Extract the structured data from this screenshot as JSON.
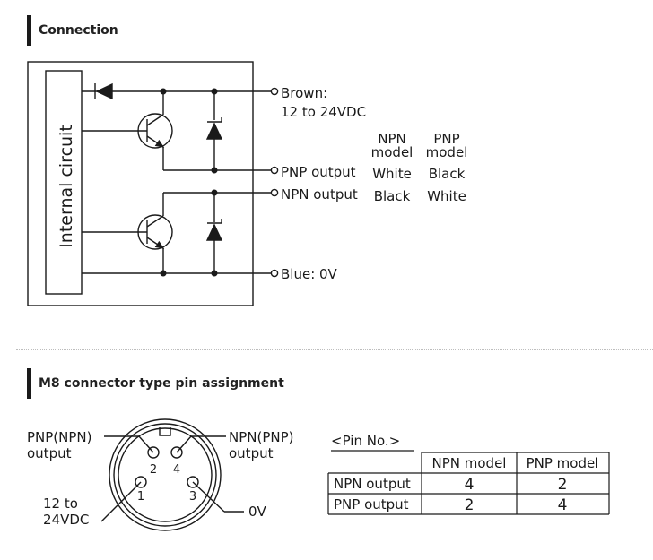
{
  "connection": {
    "title": "Connection",
    "internal_label": "Internal circuit",
    "brown_label": "Brown:",
    "brown_voltage": "12 to 24VDC",
    "pnp_output_label": "PNP output",
    "npn_output_label": "NPN output",
    "blue_label": "Blue: 0V",
    "col_npn_line1": "NPN",
    "col_npn_line2": "model",
    "col_pnp_line1": "PNP",
    "col_pnp_line2": "model",
    "pnp_row_npn": "White",
    "pnp_row_pnp": "Black",
    "npn_row_npn": "Black",
    "npn_row_pnp": "White"
  },
  "m8": {
    "title": "M8 connector type pin assignment",
    "left_top_line1": "PNP(NPN)",
    "left_top_line2": "output",
    "right_top_line1": "NPN(PNP)",
    "right_top_line2": "output",
    "left_bottom_line1": "12 to",
    "left_bottom_line2": "24VDC",
    "right_bottom": "0V",
    "pin1": "1",
    "pin2": "2",
    "pin3": "3",
    "pin4": "4",
    "pin_no_heading": "<Pin No.>",
    "table": {
      "headers": [
        "",
        "NPN model",
        "PNP model"
      ],
      "rows": [
        [
          "NPN output",
          "4",
          "2"
        ],
        [
          "PNP output",
          "2",
          "4"
        ]
      ]
    }
  }
}
